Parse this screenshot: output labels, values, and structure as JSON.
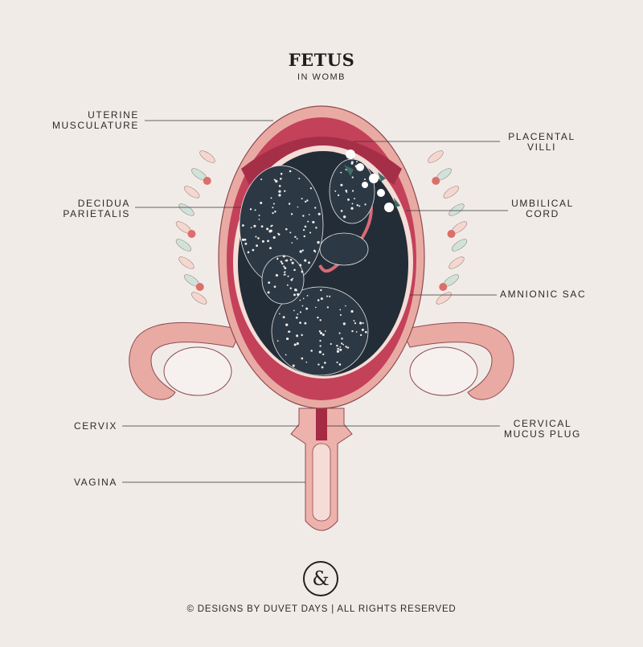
{
  "title": "FETUS",
  "subtitle": "IN WOMB",
  "labels": {
    "uterine_musculature": [
      "UTERINE",
      "MUSCULATURE"
    ],
    "decidua_parietalis": [
      "DECIDUA",
      "PARIETALIS"
    ],
    "cervix": "CERVIX",
    "vagina": "VAGINA",
    "placental_villi": [
      "PLACENTAL",
      "VILLI"
    ],
    "umbilical_cord": [
      "UMBILICAL",
      "CORD"
    ],
    "amnionic_sac": "AMNIONIC SAC",
    "cervical_mucus_plug": [
      "CERVICAL",
      "MUCUS PLUG"
    ]
  },
  "logo": "&",
  "credit": "© DESIGNS BY DUVET DAYS  |  ALL RIGHTS RESERVED",
  "colors": {
    "background": "#f1ebe8",
    "uterus_pink": "#e8a6a1",
    "musculature_crimson": "#b8364f",
    "amnion_navy": "#232d37",
    "leaf_mint": "#cfe3da",
    "flower_coral": "#dc6f6a"
  }
}
